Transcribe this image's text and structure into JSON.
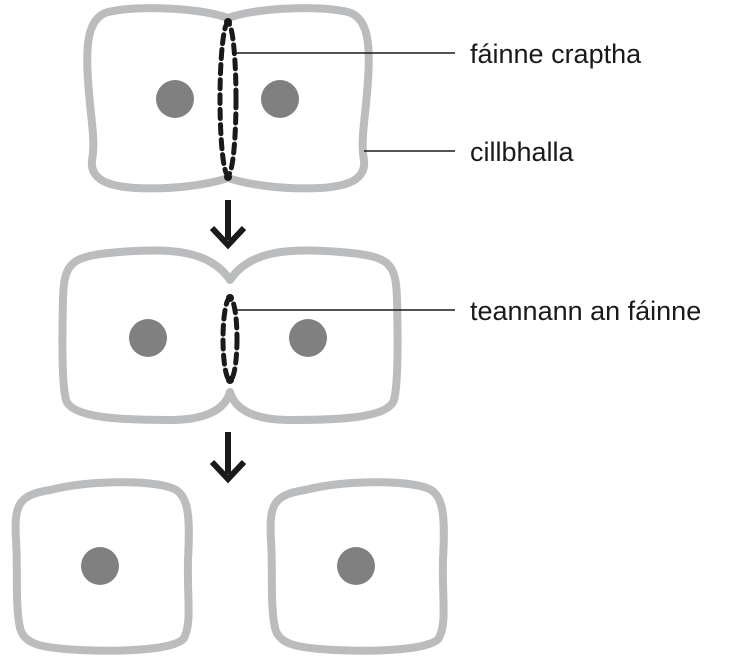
{
  "labels": {
    "contractile_ring": "fáinne craptha",
    "cell_membrane": "cillbhalla",
    "ring_tightens": "teannann an fáinne"
  },
  "colors": {
    "cell_outline": "#bbbcbe",
    "nucleus": "#808080",
    "ring": "#1a1a1a",
    "text": "#1a1a1a"
  },
  "stages": [
    {
      "name": "dividing cell with contractile ring"
    },
    {
      "name": "ring tightening"
    },
    {
      "name": "two daughter cells"
    }
  ]
}
